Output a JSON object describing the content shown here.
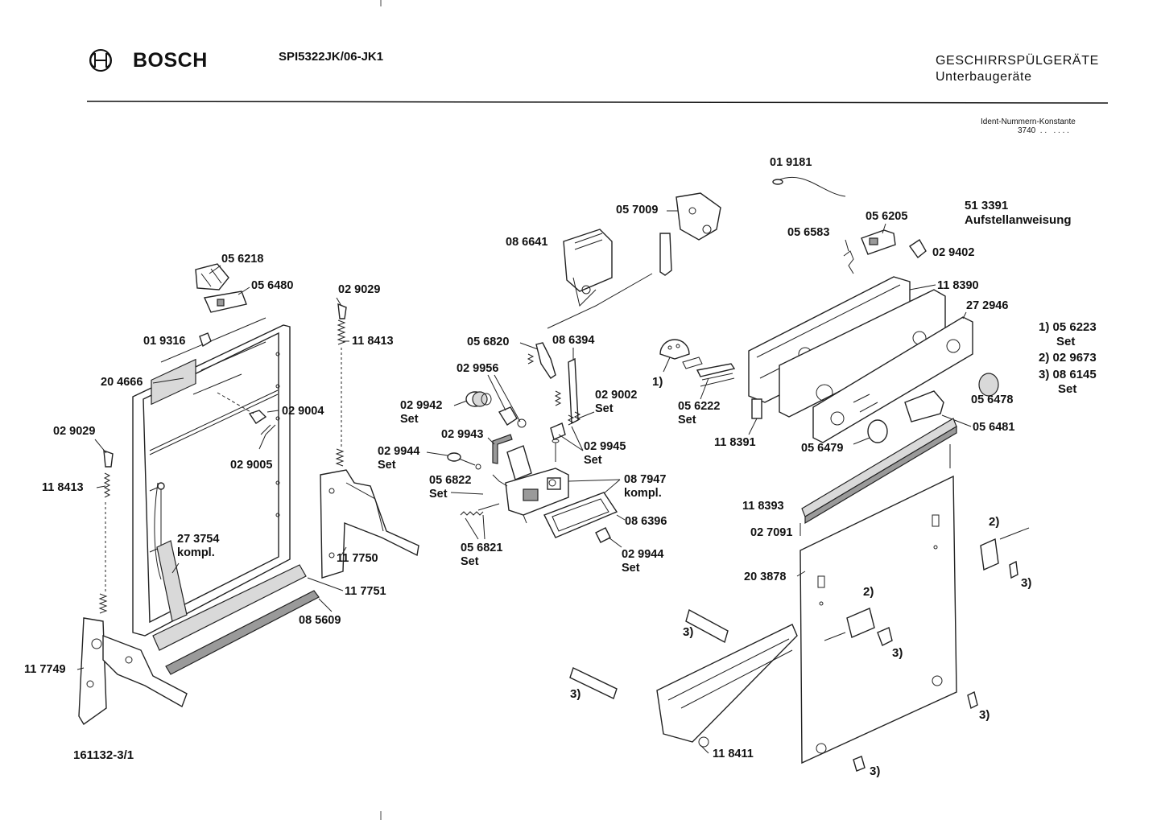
{
  "header": {
    "brand": "BOSCH",
    "model": "SPI5322JK/06-JK1",
    "category": "GESCHIRRSPÜLGERÄTE",
    "subcategory": "Unterbaugeräte",
    "ident_label": "Ident-Nummern-Konstante",
    "ident_value": "3740  . .   . . . ."
  },
  "footer": {
    "drawing_number": "161132-3/1"
  },
  "notes": {
    "manual": "51 3391\nAufstellanweisung",
    "set_legend": [
      "1) 05 6223",
      "Set",
      "2) 02 9673",
      "3) 08 6145",
      "Set"
    ]
  },
  "labels": {
    "p056218": "05 6218",
    "p056480": "05 6480",
    "p019316": "01 9316",
    "p204666": "20 4666",
    "p029004": "02 9004",
    "p029005": "02 9005",
    "p029029_l": "02 9029",
    "p118413_l": "11 8413",
    "p029029_r": "02 9029",
    "p118413_r": "11 8413",
    "p273754": "27 3754\nkompl.",
    "p117750": "11 7750",
    "p117751": "11 7751",
    "p085609": "08 5609",
    "p117749": "11 7749",
    "p086641": "08 6641",
    "p057009": "05 7009",
    "p056820": "05 6820",
    "p086394": "08 6394",
    "p029956": "02 9956",
    "p029942": "02 9942\nSet",
    "p029002": "02 9002\nSet",
    "p029943": "02 9943",
    "p029945": "02 9945\nSet",
    "p029944_a": "02 9944\nSet",
    "p056822": "05 6822\nSet",
    "p087947": "08 7947\nkompl.",
    "p086396": "08 6396",
    "p056821": "05 6821\nSet",
    "p029944_b": "02 9944\nSet",
    "ref1": "1)",
    "p056222": "05 6222\nSet",
    "p019181": "01 9181",
    "p056583": "05 6583",
    "p056205": "05 6205",
    "p029402": "02 9402",
    "p118390": "11 8390",
    "p272946": "27 2946",
    "p056478": "05 6478",
    "p056481": "05 6481",
    "p118391": "11 8391",
    "p056479": "05 6479",
    "p118393": "11 8393",
    "p027091": "02 7091",
    "p203878": "20 3878",
    "ref2_a": "2)",
    "ref3_a": "3)",
    "ref2_b": "2)",
    "ref3_b": "3)",
    "ref3_c": "3)",
    "ref3_d": "3)",
    "ref3_e": "3)",
    "ref3_f": "3)",
    "p118411": "11 8411"
  }
}
